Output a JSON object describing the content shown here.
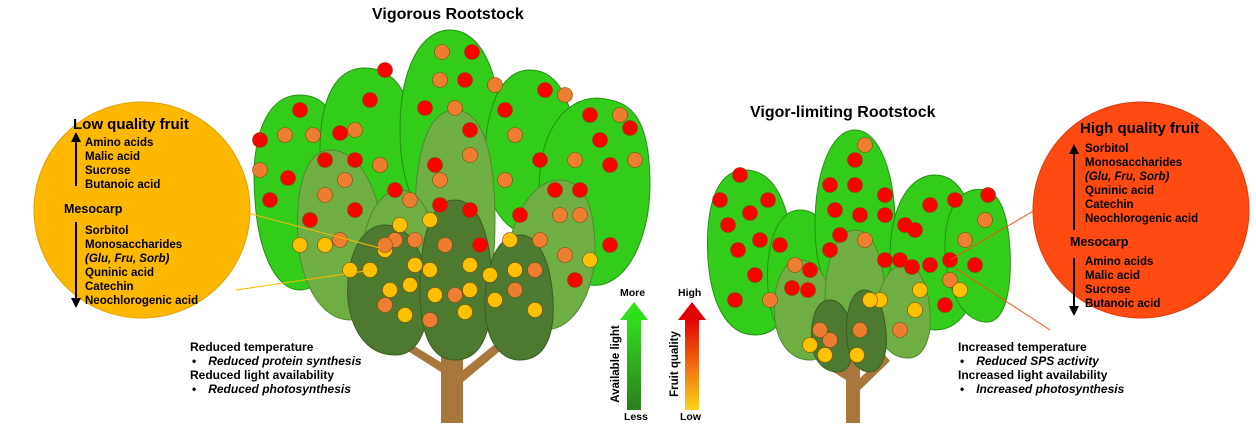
{
  "left_tree": {
    "title": "Vigorous Rootstock",
    "circle": {
      "heading": "Low quality fruit",
      "up_list": [
        "Amino acids",
        "Malic acid",
        "Sucrose",
        "Butanoic acid"
      ],
      "middle": "Mesocarp",
      "down_list": [
        "Sorbitol",
        "Monosaccharides",
        "(Glu, Fru, Sorb)",
        "Quninic acid",
        "Catechin",
        "Neochlorogenic acid"
      ],
      "color": "#FFB800"
    },
    "notes": {
      "line1": "Reduced temperature",
      "line2": "Reduced protein synthesis",
      "line3": "Reduced light availability",
      "line4": "Reduced photosynthesis"
    }
  },
  "right_tree": {
    "title": "Vigor-limiting Rootstock",
    "circle": {
      "heading": "High quality fruit",
      "up_list": [
        "Sorbitol",
        "Monosaccharides",
        "(Glu, Fru, Sorb)",
        "Quninic acid",
        "Catechin",
        "Neochlorogenic acid"
      ],
      "middle": "Mesocarp",
      "down_list": [
        "Amino acids",
        "Malic acid",
        "Sucrose",
        "Butanoic acid"
      ],
      "color": "#FF4A12"
    },
    "notes": {
      "line1": "Increased temperature",
      "line2": "Reduced SPS activity",
      "line3": "Increased light availability",
      "line4": "Increased photosynthesis"
    }
  },
  "legend": {
    "light": {
      "label": "Available light",
      "top": "More",
      "bottom": "Less"
    },
    "quality": {
      "label": "Fruit quality",
      "top": "High",
      "bottom": "Low"
    }
  },
  "bullet": "•",
  "colors": {
    "canopy_outer": "#33CC1A",
    "canopy_mid": "#6FAE43",
    "canopy_inner": "#4E7A30",
    "trunk": "#A9763B",
    "fruit_red": "#FF0000",
    "fruit_orange": "#ED7D31",
    "fruit_yellow": "#FFC000"
  }
}
